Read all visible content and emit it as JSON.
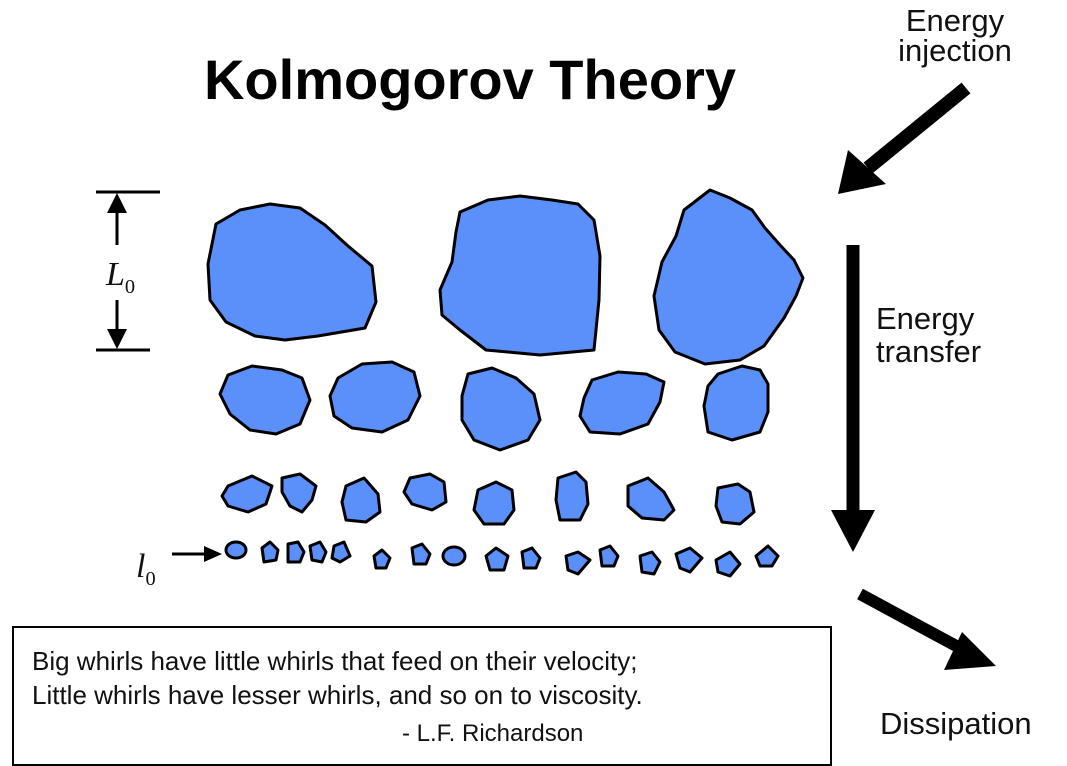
{
  "title": "Kolmogorov Theory",
  "labels": {
    "energy_injection": "Energy injection",
    "energy_transfer": "Energy transfer",
    "dissipation": "Dissipation",
    "large_scale_symbol": "L",
    "large_scale_subscript": "0",
    "small_scale_symbol": "l",
    "small_scale_subscript": "0"
  },
  "quote": {
    "line1": "Big whirls have little whirls that feed on their velocity;",
    "line2": "Little whirls have lesser whirls, and so on to viscosity.",
    "attribution": "- L.F. Richardson"
  },
  "colors": {
    "eddy_fill": "#5b8ff9",
    "eddy_stroke": "#000000",
    "arrow": "#000000"
  }
}
